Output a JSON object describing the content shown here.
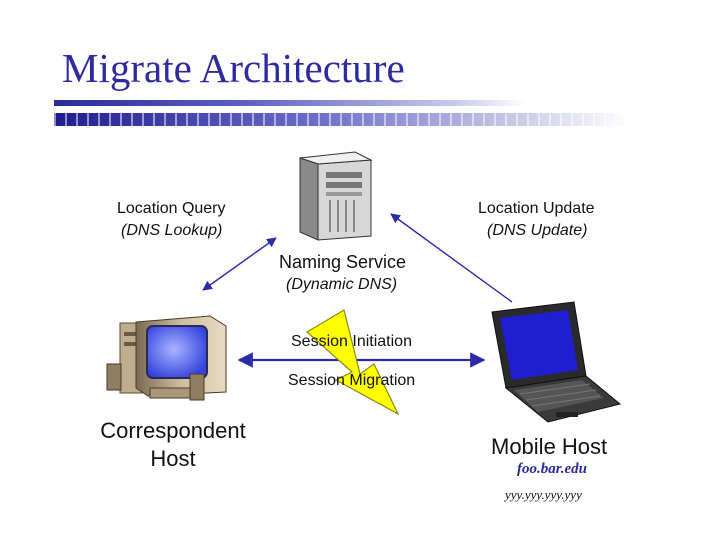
{
  "title": "Migrate Architecture",
  "location_query": {
    "line1": "Location Query",
    "line2": "(DNS Lookup)"
  },
  "location_update": {
    "line1": "Location Update",
    "line2": "(DNS Update)"
  },
  "naming_service": {
    "line1": "Naming Service",
    "line2": "(Dynamic DNS)"
  },
  "session_initiation": "Session Initiation",
  "session_migration": "Session Migration",
  "correspondent_host": {
    "line1": "Correspondent",
    "line2": "Host"
  },
  "mobile_host": {
    "name": "Mobile Host",
    "domain": "foo.bar.edu",
    "ip": "yyy.yyy.yyy.yyy"
  },
  "colors": {
    "title": "#2e2b9e",
    "arrow": "#2b2aa8",
    "bolt": "#ffff00",
    "monitor_screen": "#5566ee"
  },
  "icons": {
    "server": "server-icon",
    "desktop": "desktop-computer-icon",
    "laptop": "laptop-icon",
    "bolt": "lightning-bolt-icon"
  }
}
